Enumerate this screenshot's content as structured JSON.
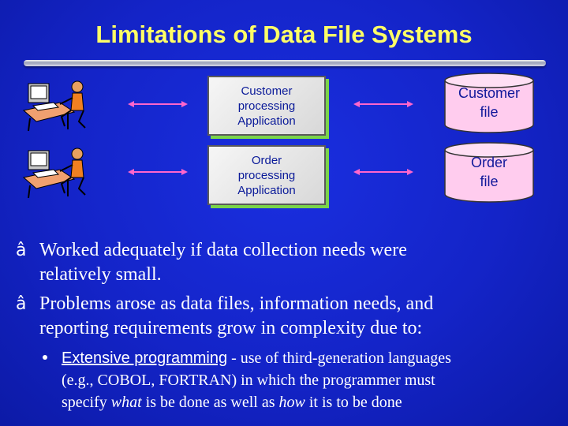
{
  "slide": {
    "title": "Limitations of Data File Systems"
  },
  "diagram": {
    "applications": [
      {
        "label_lines": [
          "Customer",
          "processing",
          "Application"
        ]
      },
      {
        "label_lines": [
          "Order",
          "processing",
          "Application"
        ]
      }
    ],
    "files": [
      {
        "label_lines": [
          "Customer",
          "file"
        ]
      },
      {
        "label_lines": [
          "Order",
          "file"
        ]
      }
    ],
    "icons": [
      "user-at-computer-icon",
      "user-at-computer-icon"
    ],
    "colors": {
      "title": "#ffff66",
      "app_box_text": "#0a1a99",
      "file_fill": "#ffccee",
      "arrow": "#ff66cc",
      "background": "#1424c8"
    }
  },
  "bullets": [
    {
      "marker": "â",
      "line1": "Worked adequately if data collection needs were",
      "line2": "relatively small."
    },
    {
      "marker": "â",
      "line1": "Problems arose as data files, information needs,  and",
      "line2": "reporting requirements grow in complexity due to:"
    }
  ],
  "sub_bullets": [
    {
      "term": "Extensive programming",
      "rest1": " - use of third-generation languages",
      "line2": "(e.g., COBOL, FORTRAN) in which the programmer must",
      "line3_a": "specify ",
      "line3_what": "what",
      "line3_b": " is be done as well as  ",
      "line3_how": "how",
      "line3_c": " it is to be done"
    }
  ]
}
